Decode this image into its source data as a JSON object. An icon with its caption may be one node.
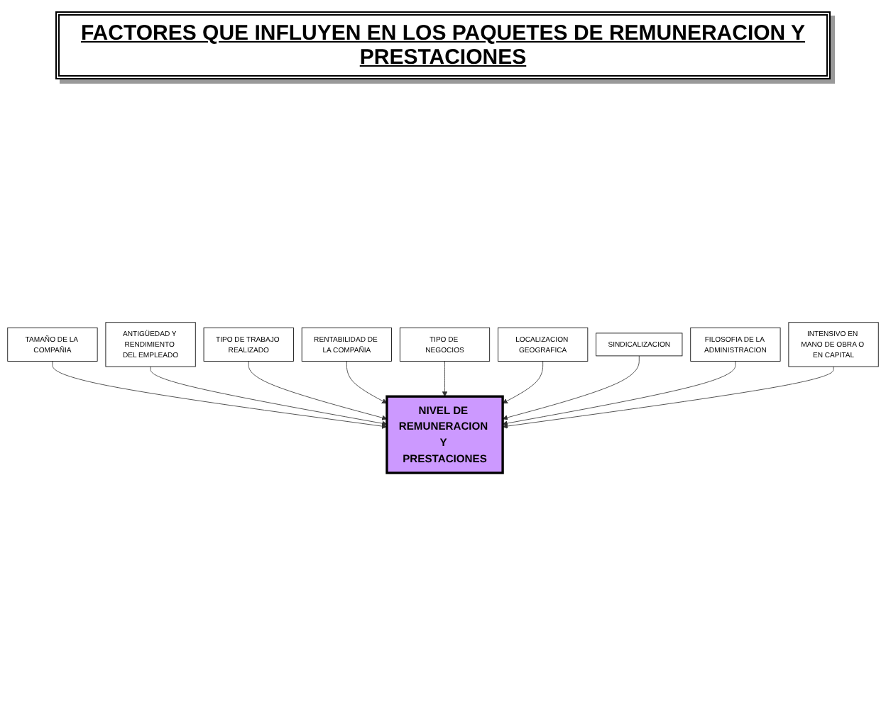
{
  "diagram": {
    "title": "FACTORES QUE INFLUYEN EN LOS PAQUETES DE REMUNERACION Y PRESTACIONES",
    "nodes": [
      {
        "text": [
          "TAMAÑO DE LA COMPAÑIA"
        ]
      },
      {
        "text": [
          "ANTIGÜEDAD Y RENDIMIENTO DEL EMPLEADO"
        ]
      },
      {
        "text": [
          "TIPO DE TRABAJO REALIZADO"
        ]
      },
      {
        "text": [
          "RENTABILIDAD DE LA COMPAÑIA"
        ]
      },
      {
        "text": [
          "TIPO DE NEGOCIOS"
        ]
      },
      {
        "text": [
          "NIVEL DE REMUNERACION Y PRESTACIONES"
        ]
      },
      {
        "text": [
          "LOCALIZACION GEOGRAFICA"
        ]
      },
      {
        "text": [
          "SINDICALIZACION"
        ]
      },
      {
        "text": [
          "FILOSOFIA DE LA ADMINISTRACION"
        ]
      },
      {
        "text": [
          "INTENSIVO EN MANO DE OBRA O EN CAPITAL"
        ]
      }
    ],
    "edges": [
      {
        "from": 0,
        "to": 5,
        "arrow": "to"
      },
      {
        "from": 1,
        "to": 5,
        "arrow": "to"
      },
      {
        "from": 2,
        "to": 5,
        "arrow": "to"
      },
      {
        "from": 3,
        "to": 5,
        "arrow": "to"
      },
      {
        "from": 4,
        "to": 5,
        "arrow": "to"
      },
      {
        "from": 6,
        "to": 5,
        "arrow": "to"
      },
      {
        "from": 7,
        "to": 5,
        "arrow": "to"
      },
      {
        "from": 8,
        "to": 5,
        "arrow": "to"
      },
      {
        "from": 9,
        "to": 5,
        "arrow": "to"
      }
    ]
  }
}
